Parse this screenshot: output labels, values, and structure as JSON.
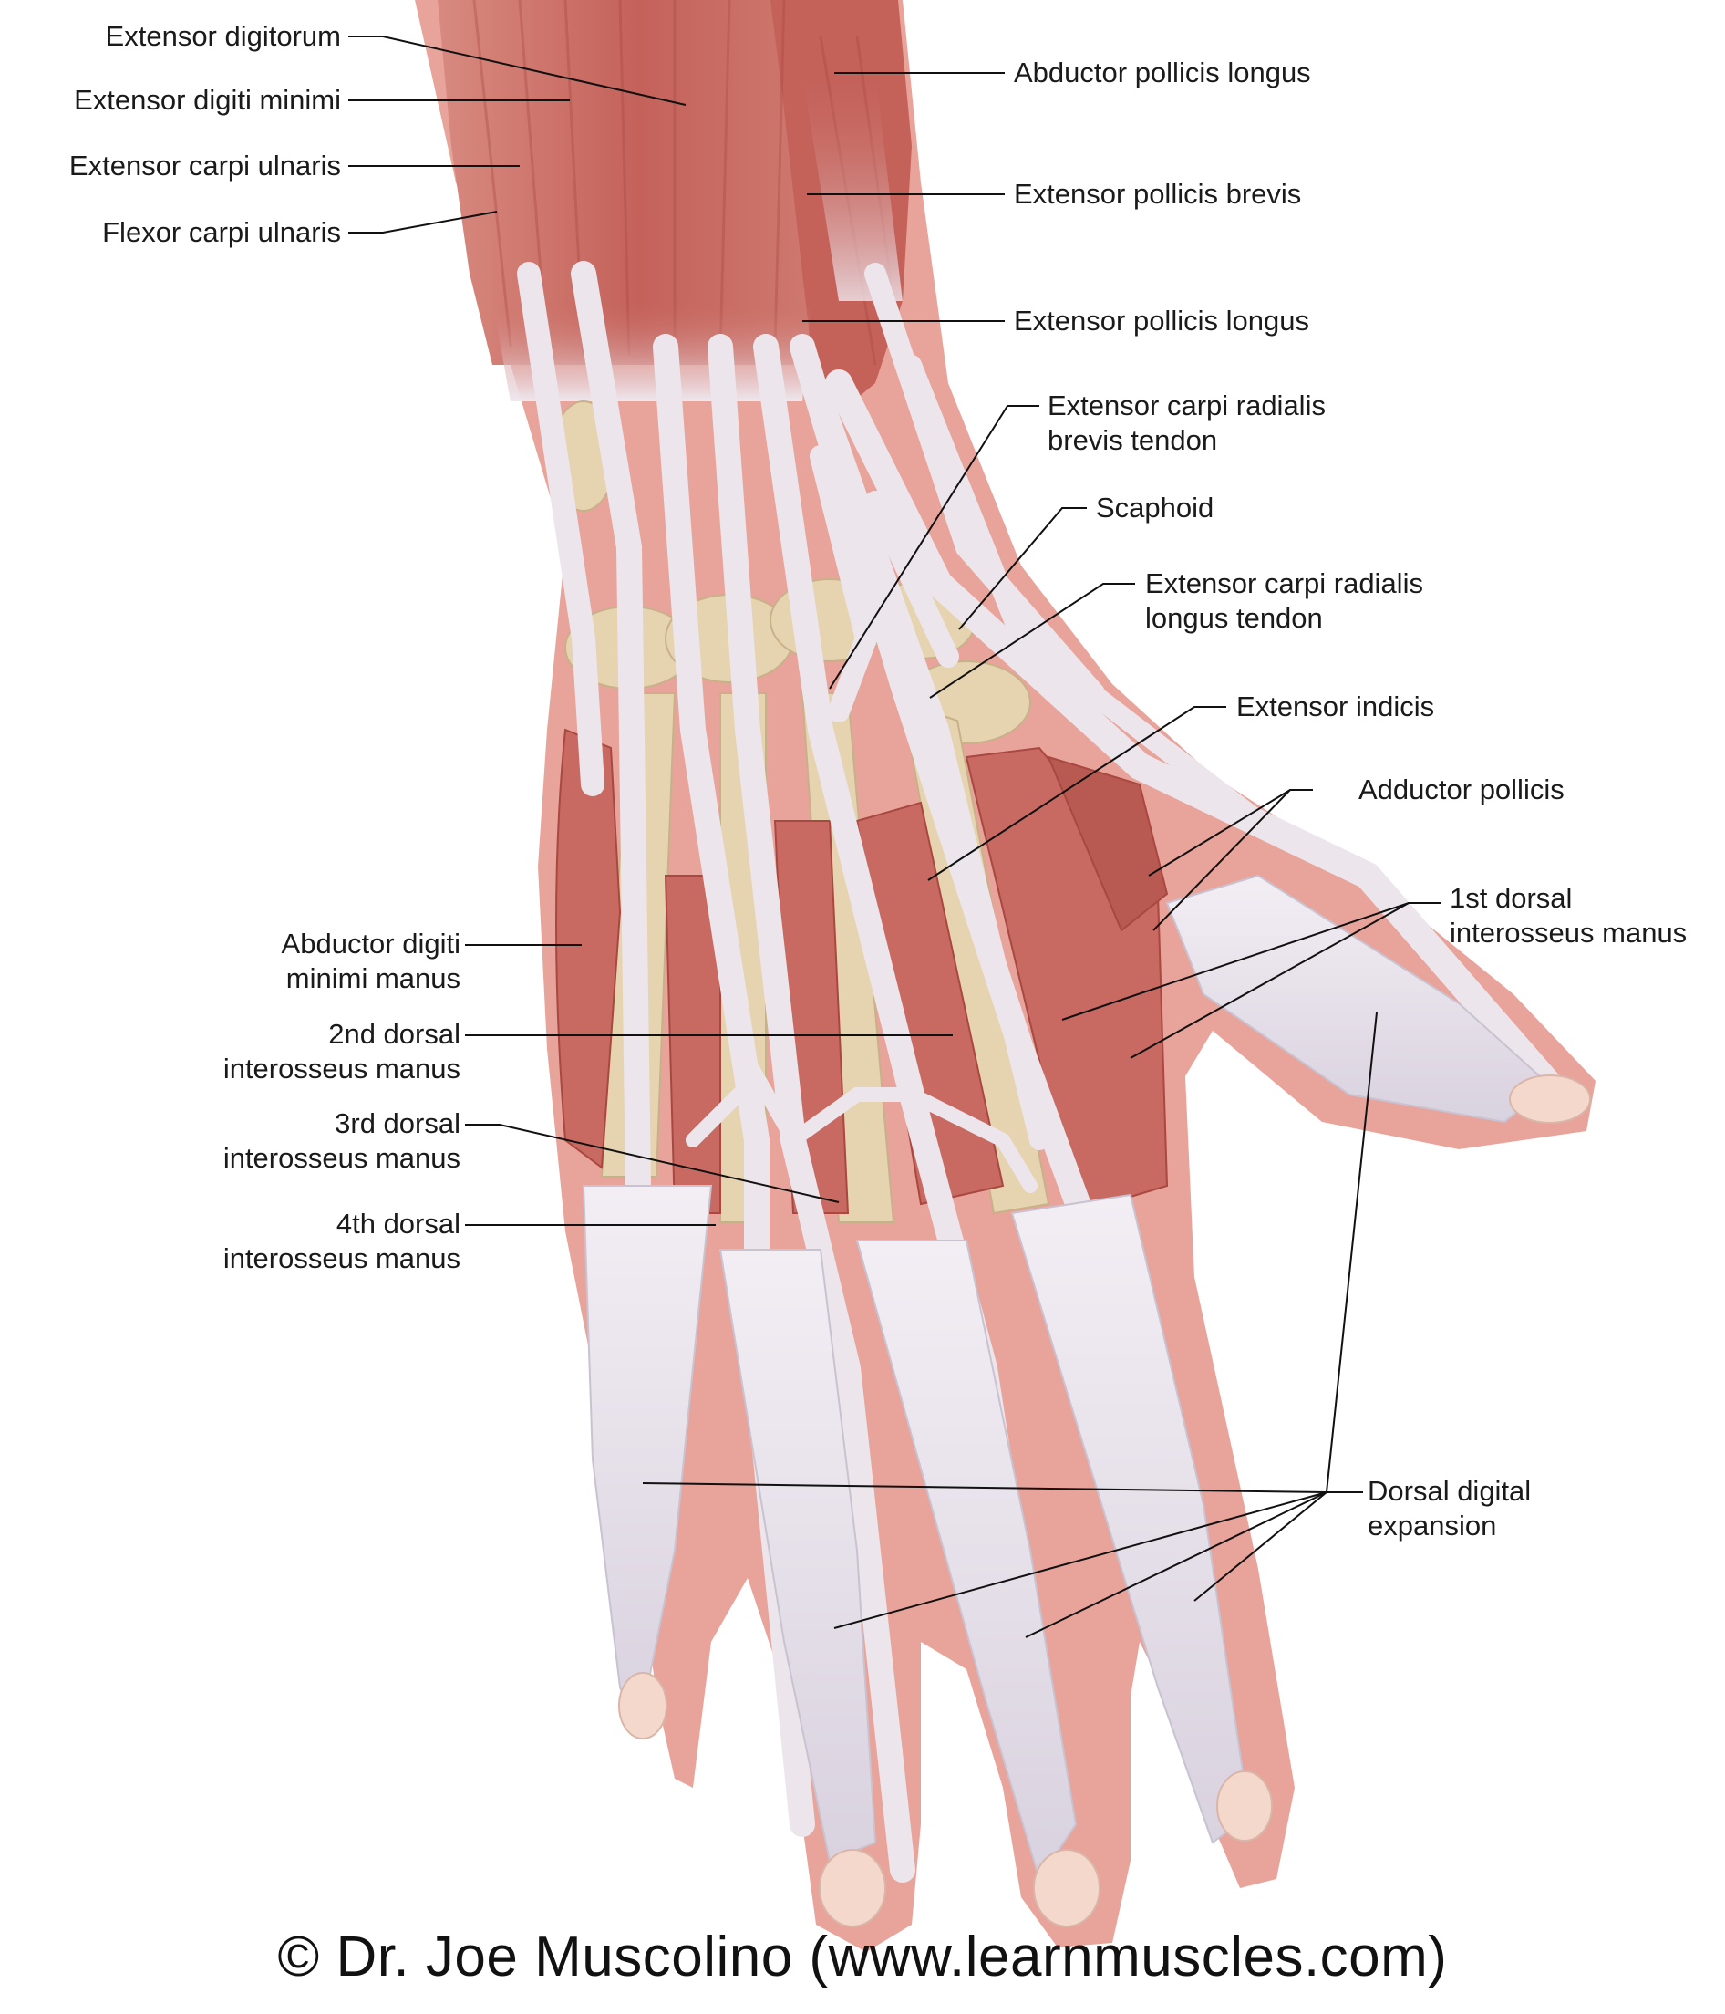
{
  "labels": {
    "extensor_digitorum": "Extensor digitorum",
    "extensor_digiti_minimi": "Extensor digiti minimi",
    "extensor_carpi_ulnaris": "Extensor carpi ulnaris",
    "flexor_carpi_ulnaris": "Flexor carpi ulnaris",
    "abductor_pollicis_longus": "Abductor pollicis longus",
    "extensor_pollicis_brevis": "Extensor pollicis brevis",
    "extensor_pollicis_longus": "Extensor pollicis longus",
    "ecrb_tendon": [
      "Extensor carpi radialis",
      "brevis tendon"
    ],
    "scaphoid": "Scaphoid",
    "ecrl_tendon": [
      "Extensor carpi radialis",
      "longus tendon"
    ],
    "extensor_indicis": "Extensor indicis",
    "adductor_pollicis": "Adductor pollicis",
    "first_dorsal_interosseus": [
      "1st dorsal",
      "interosseus manus"
    ],
    "abductor_digiti_minimi": [
      "Abductor digiti",
      "minimi manus"
    ],
    "second_dorsal_interosseus": [
      "2nd dorsal",
      "interosseus manus"
    ],
    "third_dorsal_interosseus": [
      "3rd dorsal",
      "interosseus manus"
    ],
    "fourth_dorsal_interosseus": [
      "4th dorsal",
      "interosseus manus"
    ],
    "dorsal_digital_expansion": [
      "Dorsal digital",
      "expansion"
    ]
  },
  "copyright": "© Dr. Joe Muscolino (www.learnmuscles.com)",
  "colors": {
    "skin": "#e8a49a",
    "muscle": "#c96a62",
    "muscle_dark": "#a8473f",
    "tendon": "#ece6ec",
    "bone": "#e6d3b0",
    "leader": "#111111"
  }
}
